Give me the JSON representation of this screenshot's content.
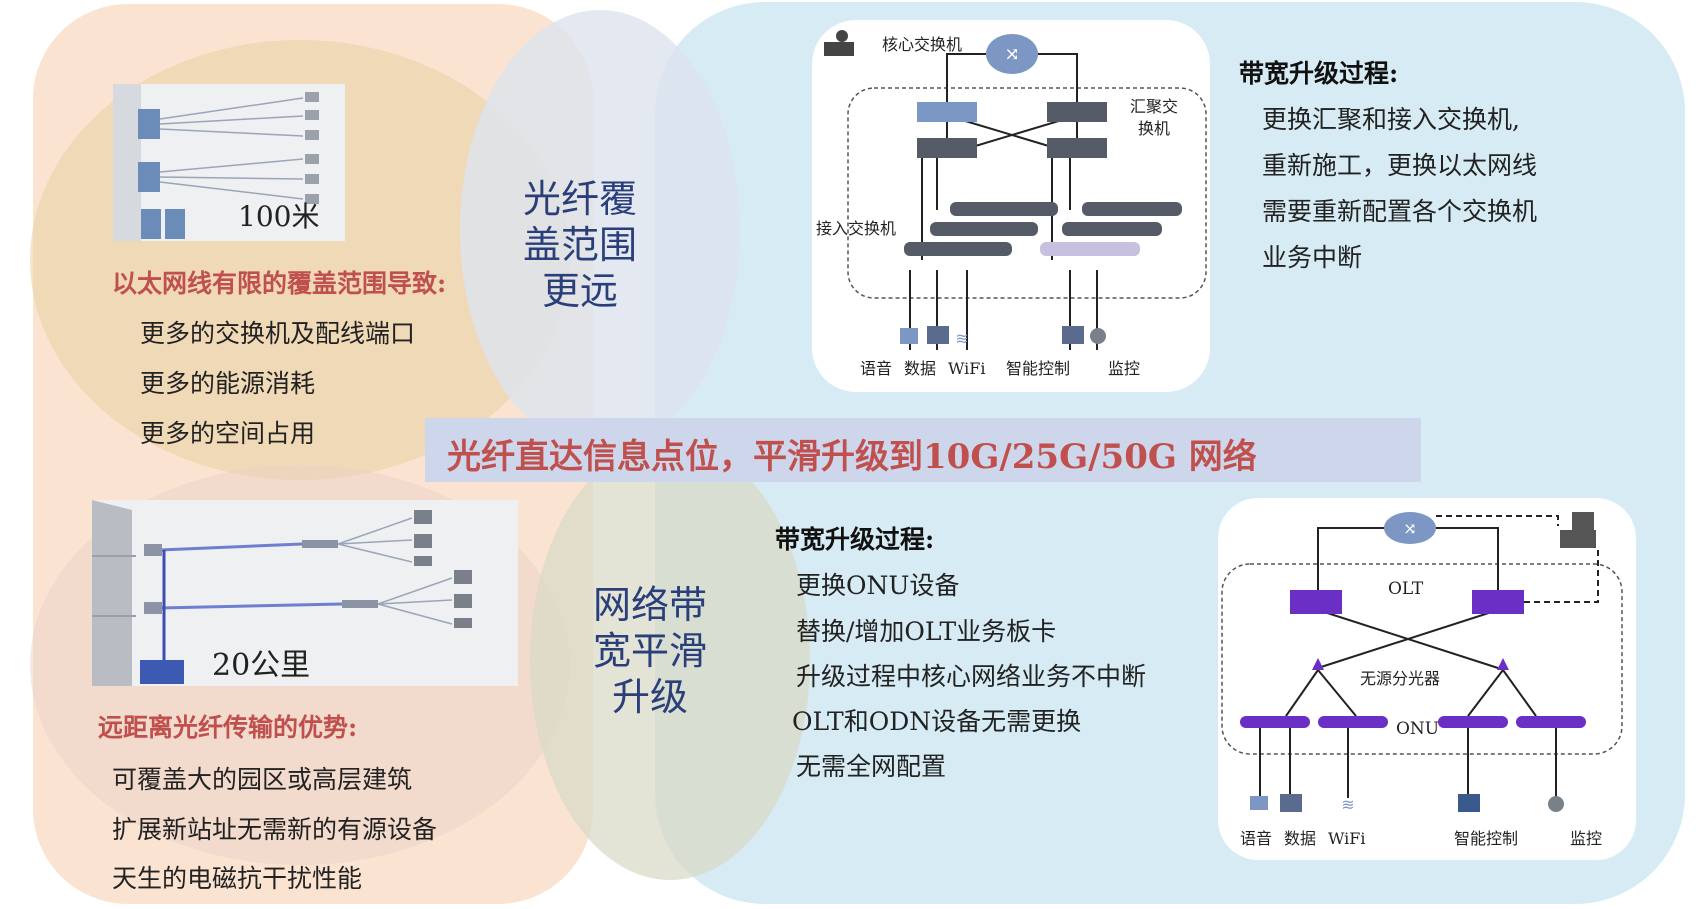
{
  "banner": "光纤直达信息点位，平滑升级到10G/25G/50G 网络",
  "middle_top": [
    "光纤覆",
    "盖范围",
    "更远"
  ],
  "middle_bottom": [
    "网络带",
    "宽平滑",
    "升级"
  ],
  "ethernet": {
    "distance_label": "100米",
    "heading": "以太网线有限的覆盖范围导致:",
    "items": [
      "更多的交换机及配线端口",
      "更多的能源消耗",
      "更多的空间占用"
    ]
  },
  "fiber": {
    "distance_label": "20公里",
    "heading": "远距离光纤传输的优势:",
    "items": [
      "可覆盖大的园区或高层建筑",
      "扩展新站址无需新的有源设备",
      "天生的电磁抗干扰性能"
    ]
  },
  "upgrade_traditional": {
    "heading": "带宽升级过程:",
    "items": [
      "更换汇聚和接入交换机,",
      "重新施工，更换以太网线",
      "需要重新配置各个交换机",
      "业务中断"
    ]
  },
  "upgrade_pon": {
    "heading": "带宽升级过程:",
    "items": [
      "更换ONU设备",
      "替换/增加OLT业务板卡",
      "升级过程中核心网络业务不中断",
      "OLT和ODN设备无需更换",
      "无需全网配置"
    ]
  },
  "diagram_traditional": {
    "core": "核心交换机",
    "aggregation": [
      "汇聚交",
      "换机"
    ],
    "access": "接入交换机",
    "terminals": [
      "语音",
      "数据",
      "WiFi",
      "智能控制",
      "监控"
    ]
  },
  "diagram_pon": {
    "olt": "OLT",
    "splitter": "无源分光器",
    "onu": "ONU",
    "terminals": [
      "语音",
      "数据",
      "WiFi",
      "智能控制",
      "监控"
    ]
  },
  "colors": {
    "left_blob": "#f9e0cc",
    "right_blob": "#d4eaf2",
    "banner": "#cdd6ea",
    "red_text": "#c0504d",
    "middle_text": "#2a3f7a"
  }
}
